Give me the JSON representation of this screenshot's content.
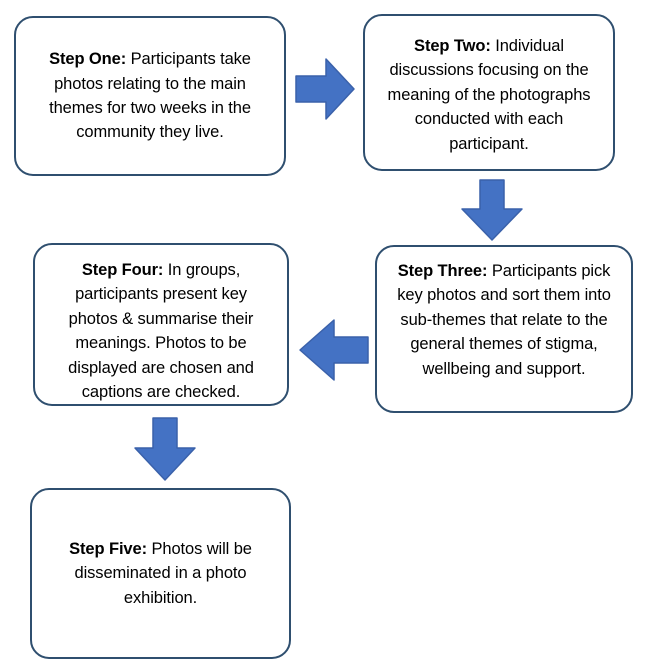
{
  "diagram": {
    "title": "Photovoice research process flowchart",
    "background_color": "#ffffff",
    "box_border_color": "#2f4f6f",
    "box_fill_color": "#ffffff",
    "arrow_fill_color": "#4472c4",
    "arrow_stroke_color": "#3a61aa",
    "text_color": "#000000"
  },
  "steps": [
    {
      "id": "step-one",
      "label": "Step One:",
      "body": " Participants take photos relating to the main themes for two weeks in the community they live."
    },
    {
      "id": "step-two",
      "label": "Step Two:",
      "body": " Individual discussions focusing on the meaning of the photographs conducted with each participant."
    },
    {
      "id": "step-three",
      "label": "Step Three:",
      "body": " Participants pick key photos and sort them into sub-themes that relate to the general themes of stigma, wellbeing and support."
    },
    {
      "id": "step-four",
      "label": "Step Four:",
      "body": " In groups, participants present key photos & summarise their meanings. Photos to be displayed are chosen and captions are checked."
    },
    {
      "id": "step-five",
      "label": "Step Five:",
      "body": " Photos will be disseminated in a photo exhibition."
    }
  ],
  "connectors": [
    {
      "id": "arrow-one-two",
      "icon": "arrow-right-icon",
      "from": "step-one",
      "to": "step-two",
      "direction": "right"
    },
    {
      "id": "arrow-two-three",
      "icon": "arrow-down-icon",
      "from": "step-two",
      "to": "step-three",
      "direction": "down"
    },
    {
      "id": "arrow-three-four",
      "icon": "arrow-left-icon",
      "from": "step-three",
      "to": "step-four",
      "direction": "left"
    },
    {
      "id": "arrow-four-five",
      "icon": "arrow-down-icon",
      "from": "step-four",
      "to": "step-five",
      "direction": "down"
    }
  ]
}
